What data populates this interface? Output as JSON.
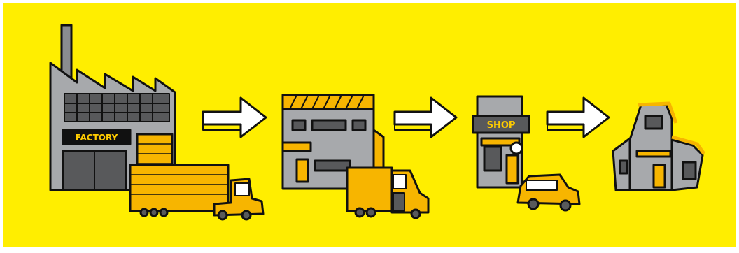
{
  "colors": {
    "background": "#ffee00",
    "outline": "#111111",
    "building_gray": "#a7a9ac",
    "window_dark": "#58595b",
    "accent_yellow": "#f7b500",
    "arrow_fill": "#ffffff"
  },
  "stages": [
    {
      "name": "factory",
      "sign": "FACTORY",
      "vehicle": "semi-truck"
    },
    {
      "name": "warehouse",
      "vehicle": "delivery-van"
    },
    {
      "name": "shop",
      "sign": "SHOP",
      "vehicle": "car"
    },
    {
      "name": "home"
    }
  ],
  "arrows": 3
}
